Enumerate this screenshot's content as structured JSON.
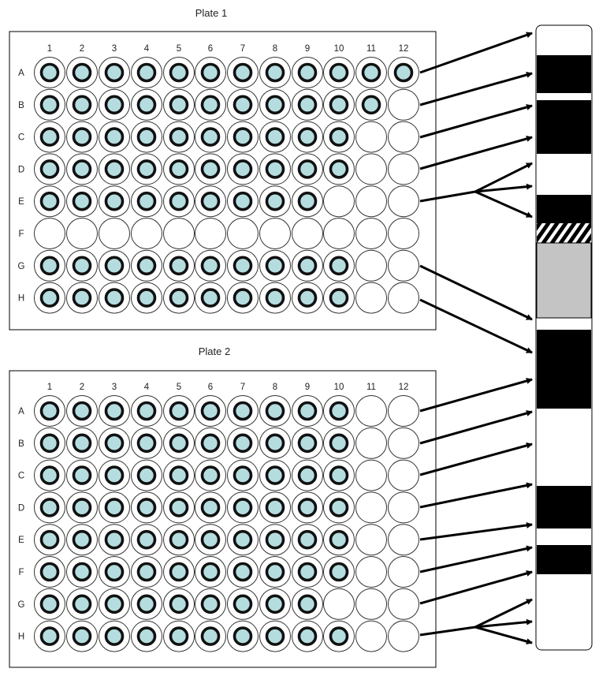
{
  "plates": [
    {
      "title": "Plate 1",
      "columns": [
        "1",
        "2",
        "3",
        "4",
        "5",
        "6",
        "7",
        "8",
        "9",
        "10",
        "11",
        "12"
      ],
      "rows": [
        "A",
        "B",
        "C",
        "D",
        "E",
        "F",
        "G",
        "H"
      ],
      "filled_per_row": [
        12,
        11,
        10,
        10,
        9,
        0,
        10,
        10
      ]
    },
    {
      "title": "Plate 2",
      "columns": [
        "1",
        "2",
        "3",
        "4",
        "5",
        "6",
        "7",
        "8",
        "9",
        "10",
        "11",
        "12"
      ],
      "rows": [
        "A",
        "B",
        "C",
        "D",
        "E",
        "F",
        "G",
        "H"
      ],
      "filled_per_row": [
        10,
        10,
        10,
        10,
        10,
        10,
        9,
        10
      ]
    }
  ],
  "chromosome_bands": [
    "white",
    "black",
    "white",
    "black",
    "white",
    "black",
    "hatched",
    "gray",
    "white",
    "black",
    "white",
    "black",
    "white",
    "black",
    "white"
  ],
  "colors": {
    "well_fill": "#b5dde0",
    "well_ring": "#111111",
    "band_black": "#000000",
    "band_gray": "#c4c4c4",
    "arrow": "#000000"
  }
}
